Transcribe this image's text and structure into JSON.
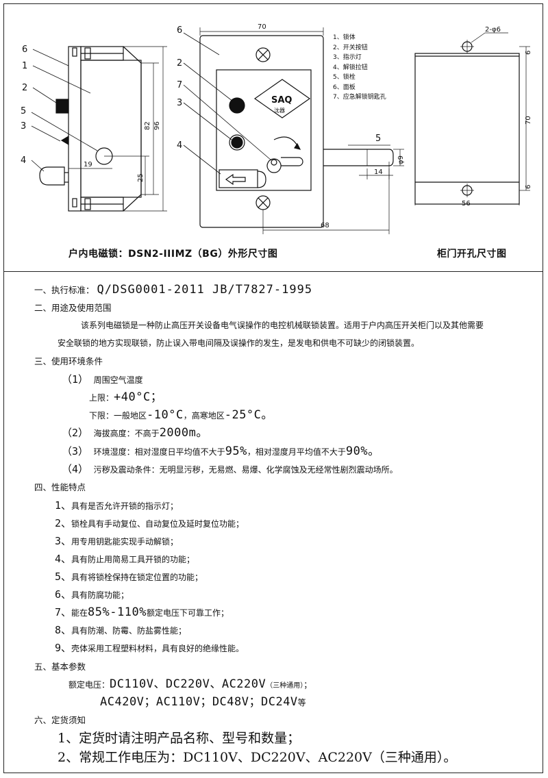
{
  "captions": {
    "left": "户内电磁锁：DSN2-IIIMZ（BG）外形尺寸图",
    "right": "柜门开孔尺寸图"
  },
  "legend": [
    "1、锁体",
    "2、开关按钮",
    "3、指示灯",
    "4、解锁拉钮",
    "5、锁栓",
    "6、面板",
    "7、应急解锁钥匙孔"
  ],
  "drawing": {
    "logo": "SAQ",
    "logo_sub": "沈器",
    "side_labels": [
      "6",
      "1",
      "2",
      "5",
      "3",
      "4"
    ],
    "side_dims": {
      "h1": "82",
      "h2": "96",
      "d1": "19",
      "d2": "25"
    },
    "front_labels": [
      "6",
      "2",
      "7",
      "3",
      "4"
    ],
    "front_dims": {
      "w": "70",
      "w2": "68"
    },
    "bolt_label": "5",
    "bolt_dims": {
      "d": "φ9",
      "l": "14"
    },
    "cutout_dims": {
      "hole": "2-φ6",
      "h": "70",
      "top": "6",
      "bottom": "6",
      "w": "56"
    }
  },
  "spec": {
    "s1_label": "一、执行标准：",
    "s1_std": "Q/DSG0001-2011    JB/T7827-1995",
    "s2": "二、用途及使用范围",
    "s2_p1": "该系列电磁锁是一种防止高压开关设备电气误操作的电控机械联锁装置。适用于户内高压开关柜门以及其他需要",
    "s2_p2": "安全联锁的地方实现联锁，防止误入带电间隔及误操作的发生，是发电和供电不可缺少的闭锁装置。",
    "s3": "三、使用环境条件",
    "c1_no": "（1）",
    "c1": "周围空气温度",
    "c1_up_label": "上限：",
    "c1_up": "+40°C；",
    "c1_low_label": "下限：一般地区",
    "c1_low_a": "-10°C",
    "c1_low_mid": "，高寒地区",
    "c1_low_b": "-25°C。",
    "c2_no": "（2）",
    "c2_label": "海拔高度：不高于",
    "c2_val": "2000m。",
    "c3_no": "（3）",
    "c3_label_a": "环境湿度：相对湿度日平均值不大于",
    "c3_val_a": "95%",
    "c3_label_b": "，相对湿度月平均值不大于",
    "c3_val_b": "90%。",
    "c4_no": "（4）",
    "c4": "污秽及震动条件：无明显污秽，无易燃、易爆、化学腐蚀及无经常性剧烈震动场所。",
    "s4": "四、性能特点",
    "f1_no": "1、",
    "f1": "具有是否允许开锁的指示灯；",
    "f2_no": "2、",
    "f2": "锁栓具有手动复位、自动复位及延时复位功能；",
    "f3_no": "3、",
    "f3": "用专用钥匙能实现手动解锁；",
    "f4_no": "4、",
    "f4": "具有防止用简易工具开锁的功能；",
    "f5_no": "5、",
    "f5": "具有将锁栓保持在锁定位置的功能；",
    "f6_no": "6、",
    "f6": "具有防腐功能；",
    "f7_no": "7、",
    "f7_a": "能在",
    "f7_val": "85%-110%",
    "f7_b": "额定电压下可靠工作；",
    "f8_no": "8、",
    "f8": "具有防潮、防霉、防盐雾性能；",
    "f9_no": "9、",
    "f9": "壳体采用工程塑料材料，具有良好的绝缘性能。",
    "s5": "五、基本参数",
    "p_label": "额定电压：",
    "p_v1": "DC110V、DC220V、AC220V",
    "p_note": "（三种通用）",
    "p_semi": "；",
    "p_v2": "AC420V；AC110V；DC48V；DC24V",
    "p_etc": "等",
    "s6": "六、定货须知",
    "o1": "1、定货时请注明产品名称、型号和数量；",
    "o2": "2、常规工作电压为：DC110V、DC220V、AC220V（三种通用）。"
  }
}
